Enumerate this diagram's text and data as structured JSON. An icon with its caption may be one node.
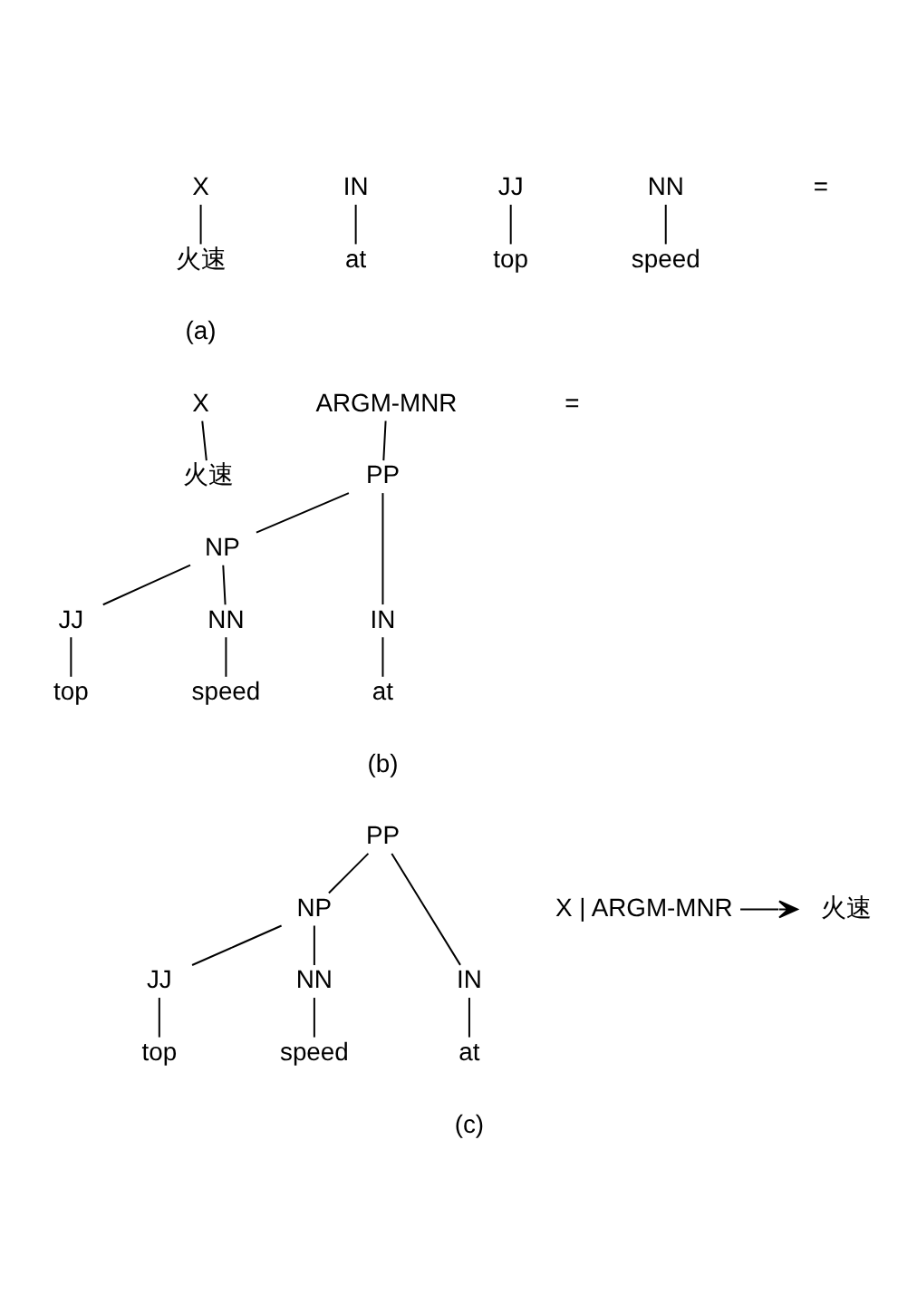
{
  "diagram": {
    "nodes": [
      {
        "text": [
          "X"
        ]
      },
      {
        "text": [
          "火速"
        ]
      },
      {
        "text": [
          "IN"
        ]
      },
      {
        "text": [
          "at"
        ]
      },
      {
        "text": [
          "JJ"
        ]
      },
      {
        "text": [
          "top"
        ]
      },
      {
        "text": [
          "NN"
        ]
      },
      {
        "text": [
          "speed"
        ]
      },
      {
        "text": [
          "X"
        ]
      },
      {
        "text": [
          "火速"
        ]
      },
      {
        "text": [
          "ARGM-MNR"
        ]
      },
      {
        "text": [
          "PP"
        ]
      },
      {
        "text": [
          "NP"
        ]
      },
      {
        "text": [
          "IN"
        ]
      },
      {
        "text": [
          "at"
        ]
      },
      {
        "text": [
          "JJ"
        ]
      },
      {
        "text": [
          "top"
        ]
      },
      {
        "text": [
          "NN"
        ]
      },
      {
        "text": [
          "speed"
        ]
      },
      {
        "text": [
          "X | ARGM-MNR"
        ]
      },
      {
        "text": [
          "火速"
        ]
      },
      {
        "text": [
          "PP"
        ]
      },
      {
        "text": [
          "NP"
        ]
      },
      {
        "text": [
          "IN"
        ]
      },
      {
        "text": [
          "JJ"
        ]
      },
      {
        "text": [
          "NN"
        ]
      },
      {
        "text": [
          "at"
        ]
      },
      {
        "text": [
          "top"
        ]
      },
      {
        "text": [
          "speed"
        ]
      }
    ],
    "edges": [
      {
        "from": 0,
        "to": 1,
        "arrow": "none"
      },
      {
        "from": 2,
        "to": 3,
        "arrow": "none"
      },
      {
        "from": 4,
        "to": 5,
        "arrow": "none"
      },
      {
        "from": 6,
        "to": 7,
        "arrow": "none"
      },
      {
        "from": 8,
        "to": 9,
        "arrow": "none"
      },
      {
        "from": 10,
        "to": 11,
        "arrow": "none"
      },
      {
        "from": 11,
        "to": 13,
        "arrow": "none"
      },
      {
        "from": 11,
        "to": 12,
        "arrow": "none"
      },
      {
        "from": 12,
        "to": 15,
        "arrow": "none"
      },
      {
        "from": 12,
        "to": 17,
        "arrow": "none"
      },
      {
        "from": 13,
        "to": 14,
        "arrow": "none"
      },
      {
        "from": 15,
        "to": 16,
        "arrow": "none"
      },
      {
        "from": 17,
        "to": 18,
        "arrow": "none"
      },
      {
        "from": 19,
        "to": 20,
        "arrow": "to"
      },
      {
        "from": 21,
        "to": 23,
        "arrow": "none"
      },
      {
        "from": 21,
        "to": 22,
        "arrow": "none"
      },
      {
        "from": 22,
        "to": 24,
        "arrow": "none"
      },
      {
        "from": 22,
        "to": 25,
        "arrow": "none"
      },
      {
        "from": 23,
        "to": 26,
        "arrow": "none"
      },
      {
        "from": 24,
        "to": 27,
        "arrow": "none"
      },
      {
        "from": 25,
        "to": 28,
        "arrow": "none"
      }
    ],
    "labels": [
      "=",
      "(a)",
      "=",
      "(b)",
      "(c)"
    ]
  }
}
